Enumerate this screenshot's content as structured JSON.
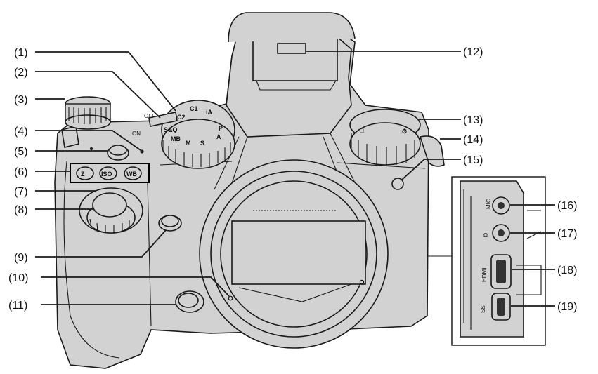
{
  "callouts": [
    {
      "label": "(1)"
    },
    {
      "label": "(2)"
    },
    {
      "label": "(3)"
    },
    {
      "label": "(4)"
    },
    {
      "label": "(5)"
    },
    {
      "label": "(6)"
    },
    {
      "label": "(7)"
    },
    {
      "label": "(8)"
    },
    {
      "label": "(9)"
    },
    {
      "label": "(10)"
    },
    {
      "label": "(11)"
    },
    {
      "label": "(12)"
    },
    {
      "label": "(13)"
    },
    {
      "label": "(14)"
    },
    {
      "label": "(15)"
    },
    {
      "label": "(16)"
    },
    {
      "label": "(17)"
    },
    {
      "label": "(18)"
    },
    {
      "label": "(19)"
    }
  ],
  "camera": {
    "mode_dial_marks": [
      "C2",
      "C1",
      "S&Q",
      "iA",
      "P",
      "A",
      "S",
      "M",
      "MB"
    ],
    "power_switch": {
      "off_label": "OFF",
      "on_label": "ON"
    },
    "buttons_6": [
      "Z",
      "ISO",
      "WB"
    ],
    "drive_dial_marks": [
      "□",
      "⏱"
    ],
    "ports": {
      "mic_label": "MIC",
      "headphone_label": "Ω",
      "hdmi_label": "HDMI",
      "usb_label": "SS"
    }
  }
}
